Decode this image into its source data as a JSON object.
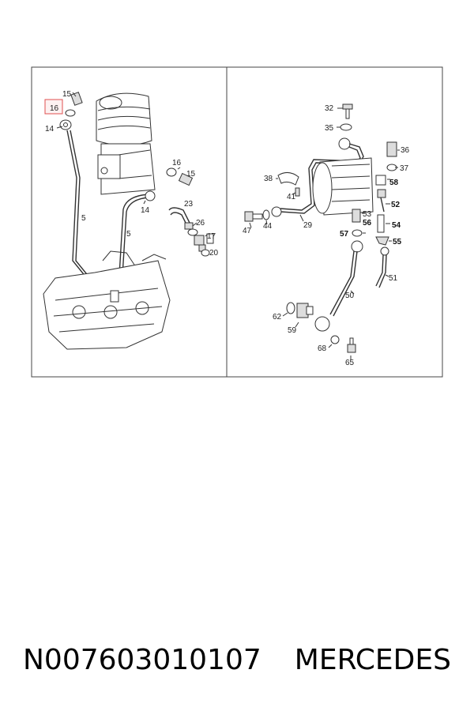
{
  "diagram": {
    "highlight_color": "#e05050",
    "left_panel": {
      "labels": {
        "l15a": "15",
        "l16a": "16",
        "l14a": "14",
        "l5a": "5",
        "l14b": "14",
        "l16b": "16",
        "l15b": "15",
        "l5b": "5",
        "l23": "23",
        "l26": "26",
        "l17": "17",
        "l20": "20"
      },
      "highlighted_label": "l16a"
    },
    "right_panel": {
      "labels": {
        "l32": "32",
        "l35": "35",
        "l36": "36",
        "l37": "37",
        "l38": "38",
        "l41": "41",
        "l58": "58",
        "l52": "52",
        "l53": "53",
        "l56": "56",
        "l54": "54",
        "l47": "47",
        "l44": "44",
        "l29": "29",
        "l57": "57",
        "l55": "55",
        "l51": "51",
        "l50": "50",
        "l62": "62",
        "l59": "59",
        "l68": "68",
        "l65": "65"
      }
    }
  },
  "caption": {
    "part_number": "N007603010107",
    "brand": "MERCEDES"
  }
}
